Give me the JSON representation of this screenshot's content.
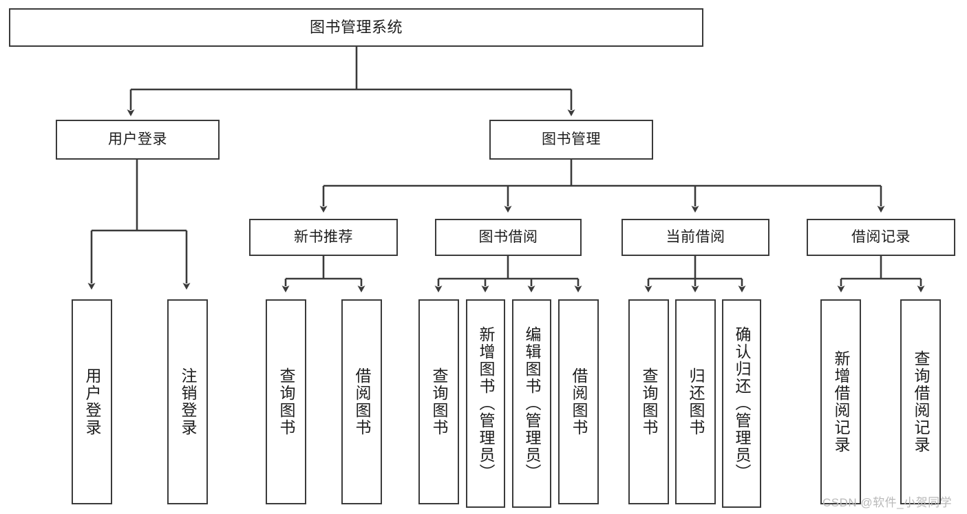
{
  "diagram": {
    "title": "图书管理系统",
    "watermark": "CSDN @软件_小贺同学",
    "line_color": "#3a3a3a",
    "box_fill": "#ffffff",
    "text_color": "#1d1d1d",
    "watermark_color": "#b9b9b9"
  },
  "nodes": {
    "root": {
      "label": "图书管理系统"
    },
    "level2": [
      {
        "label": "用户登录"
      },
      {
        "label": "图书管理"
      }
    ],
    "level3": [
      {
        "label": "新书推荐"
      },
      {
        "label": "图书借阅"
      },
      {
        "label": "当前借阅"
      },
      {
        "label": "借阅记录"
      }
    ],
    "leaves": [
      {
        "label": "用户登录",
        "parent": "用户登录"
      },
      {
        "label": "注销登录",
        "parent": "用户登录"
      },
      {
        "label": "查询图书",
        "parent": "新书推荐"
      },
      {
        "label": "借阅图书",
        "parent": "新书推荐"
      },
      {
        "label": "查询图书",
        "parent": "图书借阅"
      },
      {
        "label": "新增图书（管理员）",
        "parent": "图书借阅"
      },
      {
        "label": "编辑图书（管理员）",
        "parent": "图书借阅"
      },
      {
        "label": "借阅图书",
        "parent": "图书借阅"
      },
      {
        "label": "查询图书",
        "parent": "当前借阅"
      },
      {
        "label": "归还图书",
        "parent": "当前借阅"
      },
      {
        "label": "确认归还（管理员）",
        "parent": "当前借阅"
      },
      {
        "label": "新增借阅记录",
        "parent": "借阅记录"
      },
      {
        "label": "查询借阅记录",
        "parent": "借阅记录"
      }
    ]
  }
}
